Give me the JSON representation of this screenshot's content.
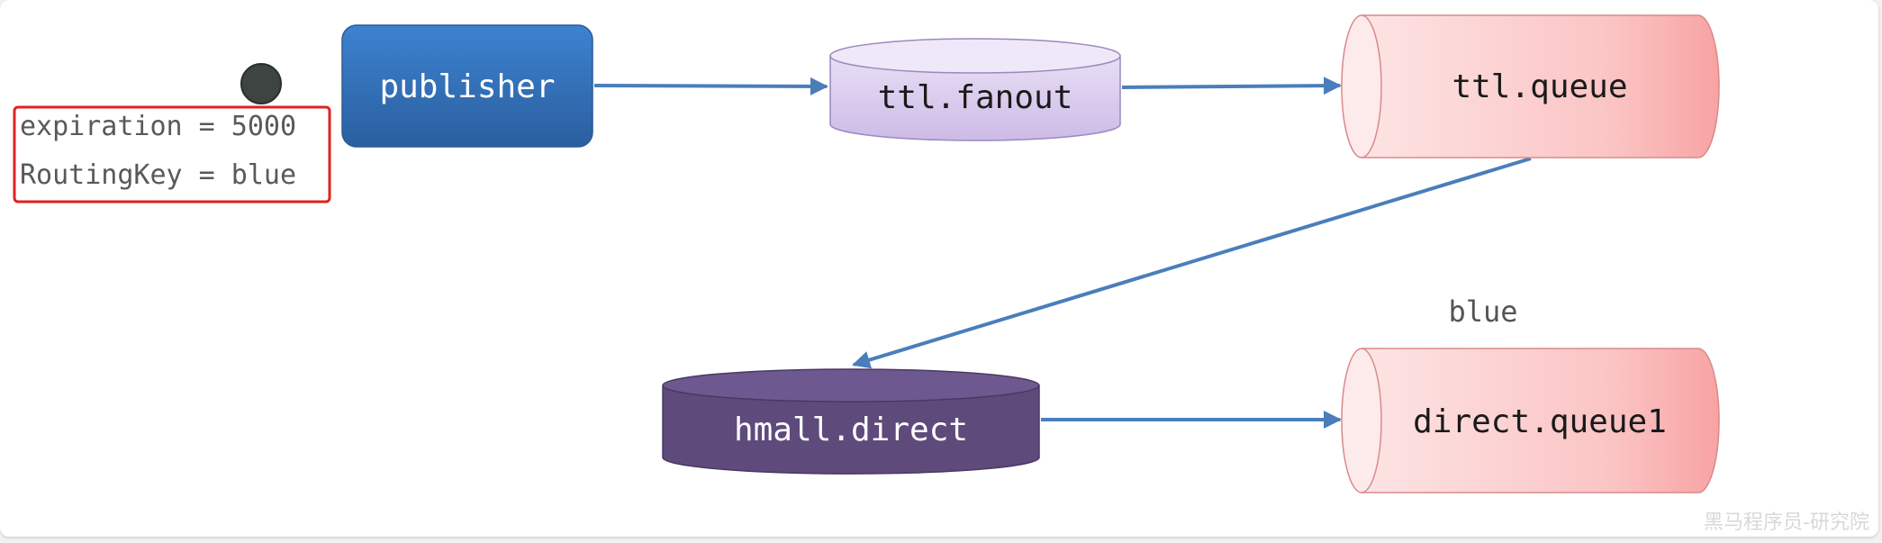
{
  "message": {
    "expiration_line": "expiration = 5000",
    "routing_key_line": "RoutingKey = blue"
  },
  "nodes": {
    "publisher": "publisher",
    "ttl_fanout": "ttl.fanout",
    "ttl_queue": "ttl.queue",
    "hmall_direct": "hmall.direct",
    "direct_queue1": "direct.queue1"
  },
  "binding_key": "blue",
  "watermark": "黑马程序员-研究院",
  "colors": {
    "publisher": "#2f6db5",
    "fanout_exchange": "#d8c9ec",
    "direct_exchange": "#5f4a7c",
    "queue": "#f9b3b3",
    "arrow": "#4a7ebb",
    "message_border": "#e02020",
    "message_dot": "#3d4442"
  }
}
